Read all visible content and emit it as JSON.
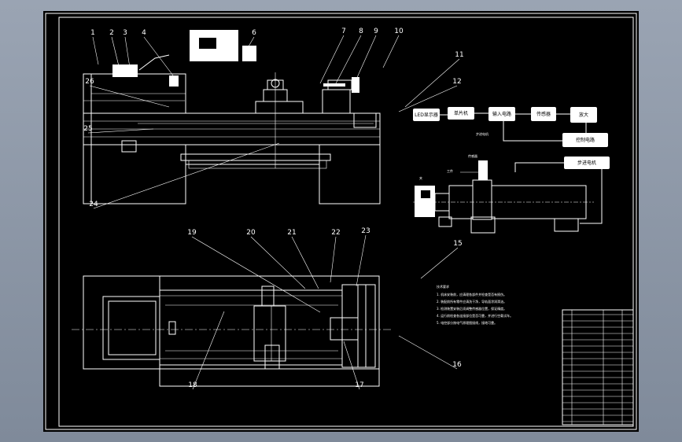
{
  "drawing": {
    "part_numbers": [
      "1",
      "2",
      "3",
      "4",
      "6",
      "7",
      "8",
      "9",
      "10",
      "11",
      "12",
      "15",
      "16",
      "17",
      "18",
      "19",
      "20",
      "21",
      "22",
      "23",
      "24",
      "25",
      "26"
    ],
    "block_labels": [
      "LED显示器",
      "单片机",
      "输入电路",
      "传感器",
      "放大",
      "控制电路",
      "步进电机",
      "控制电路"
    ],
    "annotation_labels": [
      "夹",
      "工件",
      "传感器",
      "步进电机"
    ],
    "notes_heading": "技术要求",
    "notes_lines": [
      "1. 机床安装前，应清理各部件并检查是否有损伤。",
      "2. 装配前所有零件应清洗干净，导轨面涂润滑油。",
      "3. 检测装置安装后须调整传感器位置，保证精度。",
      "4. 运行前检查各连接部位是否可靠，并进行空载试车。",
      "5. 电控部分按电气原理图接线，接地可靠。"
    ]
  }
}
